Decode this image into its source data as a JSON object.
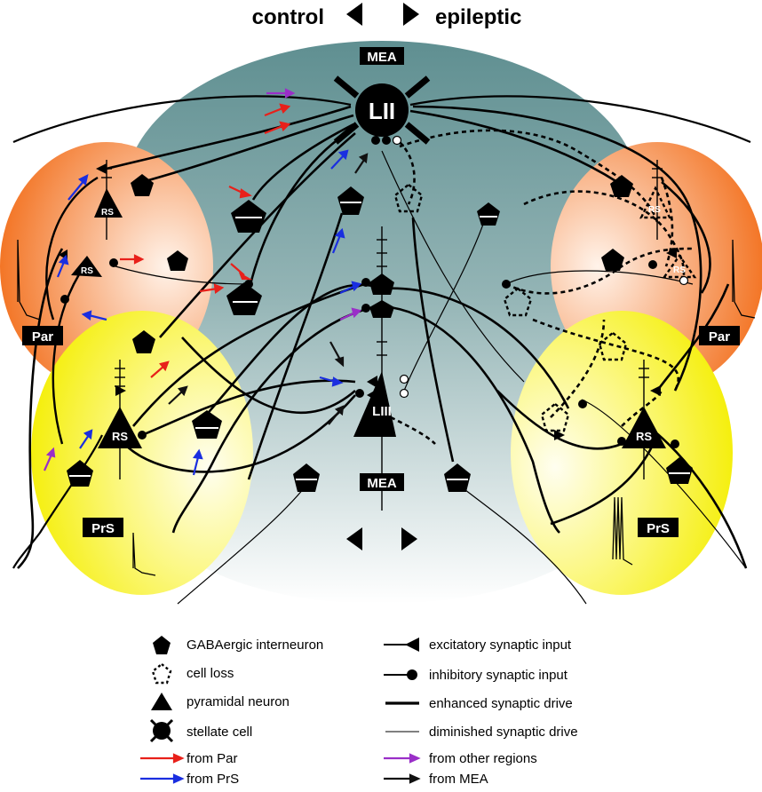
{
  "header": {
    "left_label": "control",
    "right_label": "epileptic"
  },
  "regions": {
    "mea_top": "MEA",
    "mea_bottom": "MEA",
    "par_left": "Par",
    "par_right": "Par",
    "prs_left": "PrS",
    "prs_right": "PrS"
  },
  "cells": {
    "lii": "LII",
    "liii": "LIII",
    "rs": "RS"
  },
  "legend": {
    "left": [
      {
        "symbol": "pentagon-icon",
        "text": "GABAergic interneuron"
      },
      {
        "symbol": "dashed-pentagon-icon",
        "text": "cell loss"
      },
      {
        "symbol": "triangle-icon",
        "text": "pyramidal neuron"
      },
      {
        "symbol": "stellate-icon",
        "text": "stellate cell"
      },
      {
        "symbol": "arrow-icon",
        "color": "#e8201a",
        "text": "from Par"
      },
      {
        "symbol": "arrow-icon",
        "color": "#1a2ee0",
        "text": "from PrS"
      }
    ],
    "right": [
      {
        "symbol": "excitatory-icon",
        "text": "excitatory synaptic input"
      },
      {
        "symbol": "inhibitory-icon",
        "text": "inhibitory synaptic input"
      },
      {
        "symbol": "thick-line-icon",
        "text": "enhanced synaptic drive"
      },
      {
        "symbol": "thin-line-icon",
        "text": "diminished synaptic drive"
      },
      {
        "symbol": "arrow-icon",
        "color": "#9a2fc8",
        "text": "from other regions"
      },
      {
        "symbol": "arrow-icon",
        "color": "#111111",
        "text": "from MEA"
      }
    ]
  },
  "colors": {
    "mea": "#5f8f91",
    "par": "#f26a14",
    "prs": "#f7f200",
    "from_par": "#e8201a",
    "from_prs": "#1a2ee0",
    "from_other": "#9a2fc8",
    "from_mea": "#111111"
  }
}
